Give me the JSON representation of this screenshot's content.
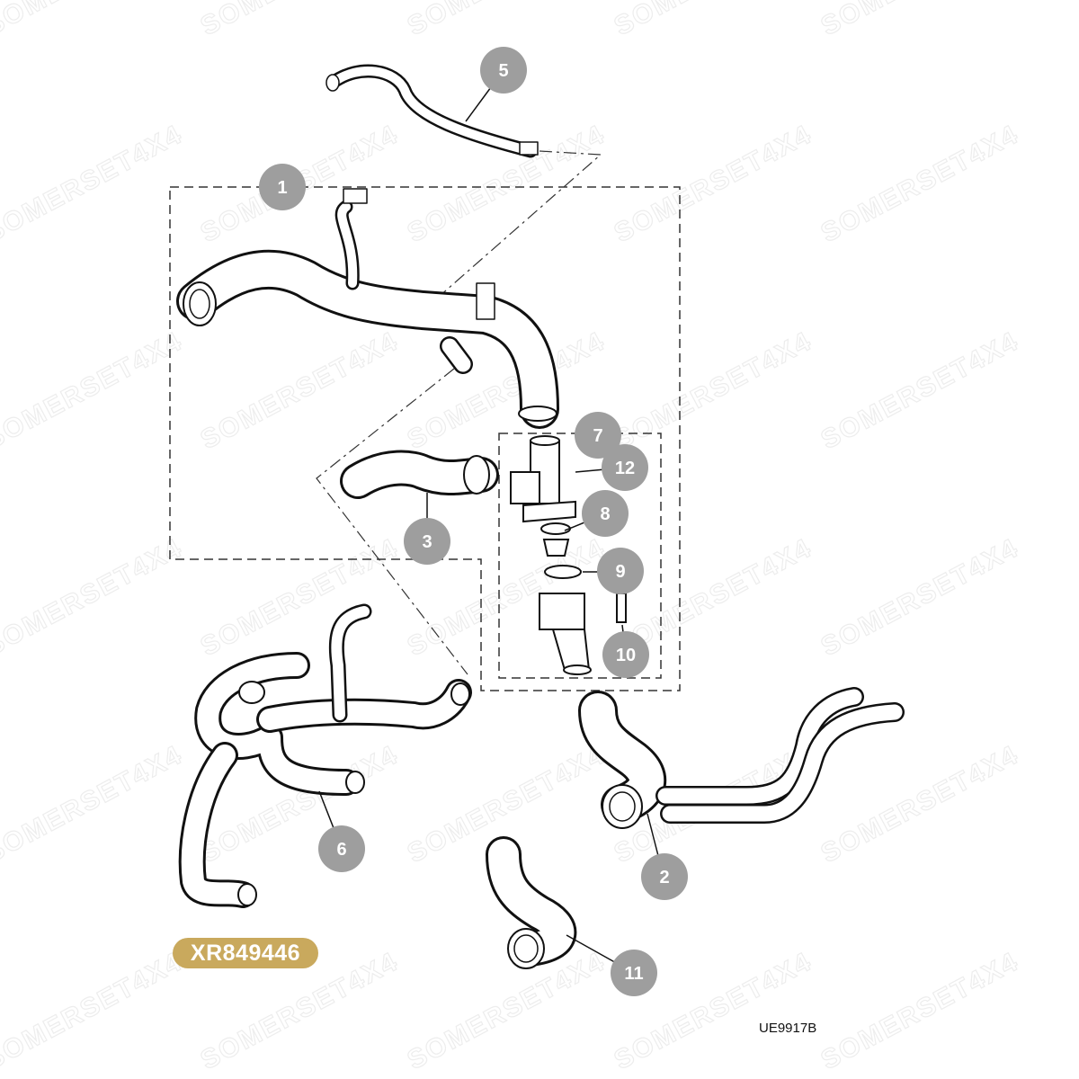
{
  "watermark": {
    "text": "SOMERSET4X4"
  },
  "part_number": "XR849446",
  "diagram_code": "UE9917B",
  "callouts": [
    "1",
    "2",
    "3",
    "5",
    "6",
    "7",
    "8",
    "9",
    "10",
    "11",
    "12"
  ],
  "colors": {
    "callout_fill": "#9e9e9e",
    "badge_fill": "#c9a95d",
    "line": "#111111"
  }
}
